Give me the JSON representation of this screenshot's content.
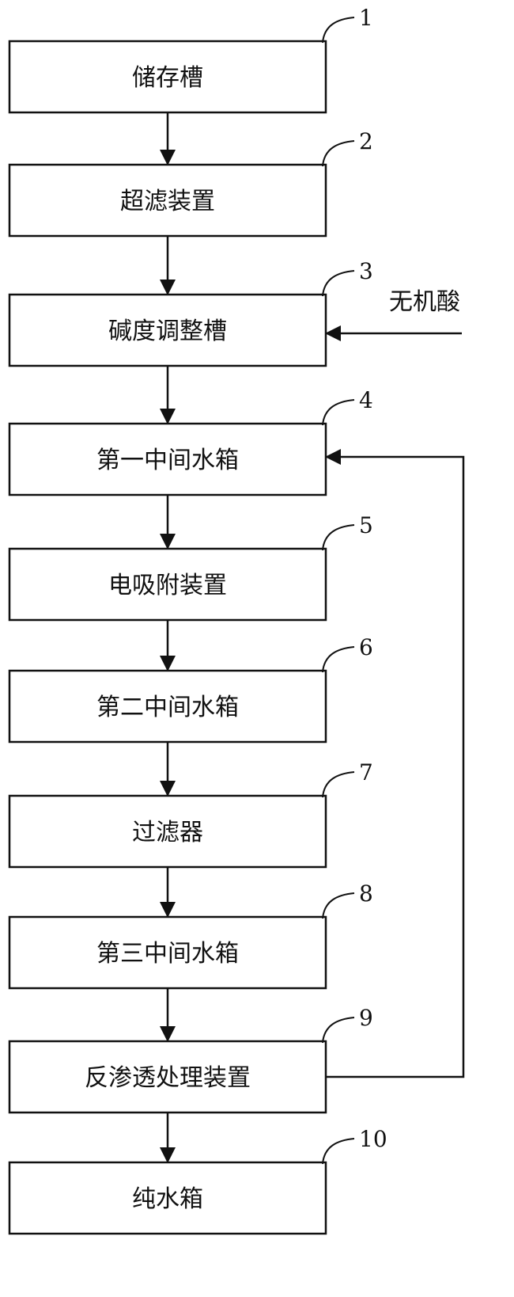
{
  "nodes": [
    {
      "id": "1",
      "label": "储存槽"
    },
    {
      "id": "2",
      "label": "超滤装置"
    },
    {
      "id": "3",
      "label": "碱度调整槽"
    },
    {
      "id": "4",
      "label": "第一中间水箱"
    },
    {
      "id": "5",
      "label": "电吸附装置"
    },
    {
      "id": "6",
      "label": "第二中间水箱"
    },
    {
      "id": "7",
      "label": "过滤器"
    },
    {
      "id": "8",
      "label": "第三中间水箱"
    },
    {
      "id": "9",
      "label": "反渗透处理装置"
    },
    {
      "id": "10",
      "label": "纯水箱"
    }
  ],
  "side_input": {
    "label": "无机酸",
    "target": "3"
  },
  "feedback": {
    "from": "9",
    "to": "4"
  }
}
